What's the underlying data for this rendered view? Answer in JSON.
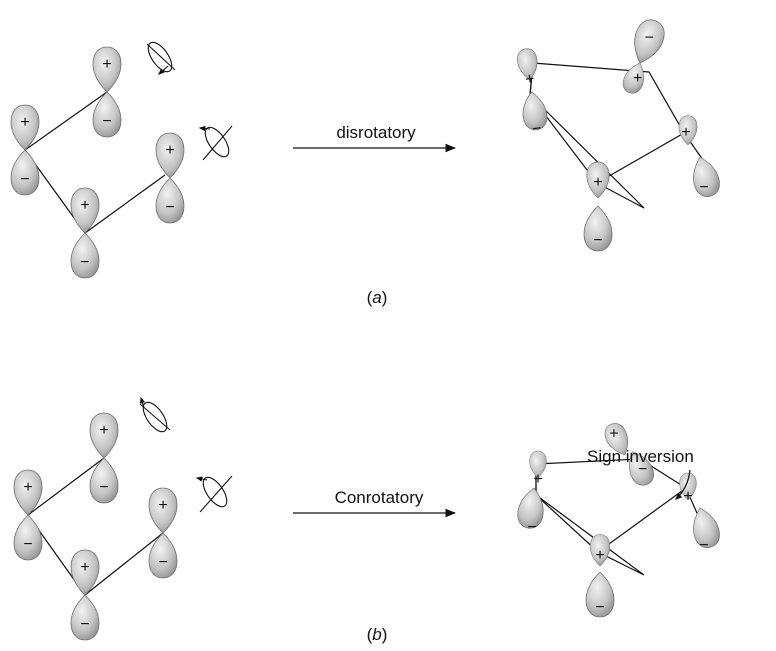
{
  "panel_a": {
    "arrow_label": "disrotatory",
    "caption_open": "(",
    "caption_letter": "a",
    "caption_close": ")"
  },
  "panel_b": {
    "arrow_label": "Conrotatory",
    "annotation": "Sign inversion",
    "caption_open": "(",
    "caption_letter": "b",
    "caption_close": ")"
  },
  "signs": {
    "plus": "+",
    "minus": "−"
  },
  "colors": {
    "lobe_light": "#f0f0f0",
    "lobe_dark": "#8c8c8c",
    "line": "#111111"
  }
}
